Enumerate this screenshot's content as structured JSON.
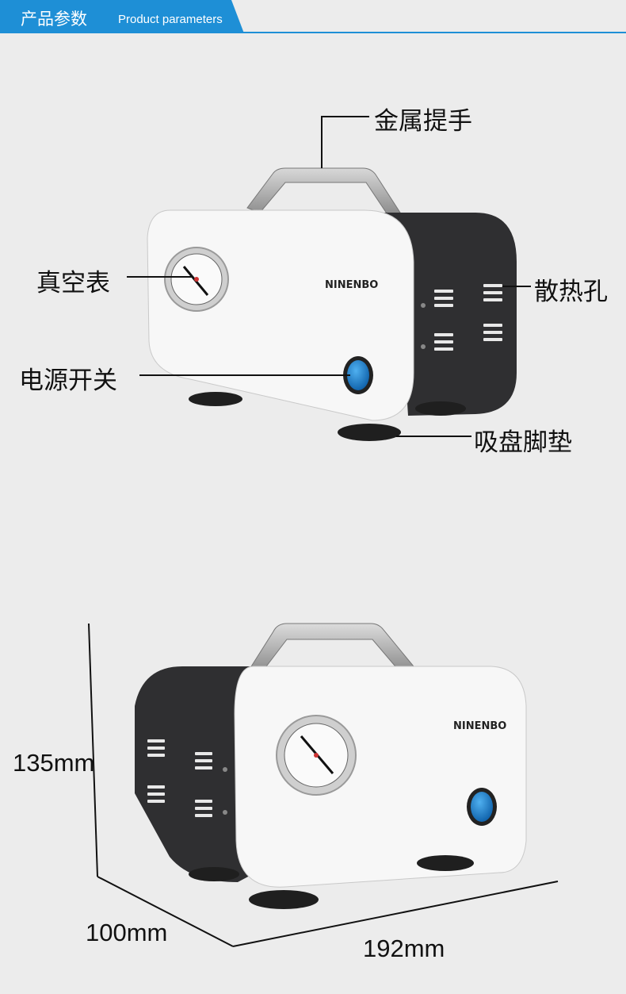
{
  "header": {
    "title_cn": "产品参数",
    "title_en": "Product parameters"
  },
  "top_view": {
    "labels": {
      "handle": "金属提手",
      "gauge": "真空表",
      "vents": "散热孔",
      "switch": "电源开关",
      "feet": "吸盘脚垫"
    },
    "brand": "NINENBO"
  },
  "bottom_view": {
    "brand": "NINENBO",
    "dimensions": {
      "height": "135mm",
      "depth": "100mm",
      "width": "192mm"
    }
  },
  "colors": {
    "accent": "#1e8fd6",
    "body_dark": "#2f2f31",
    "panel_white": "#f7f7f7",
    "switch_blue": "#1a78c9"
  }
}
